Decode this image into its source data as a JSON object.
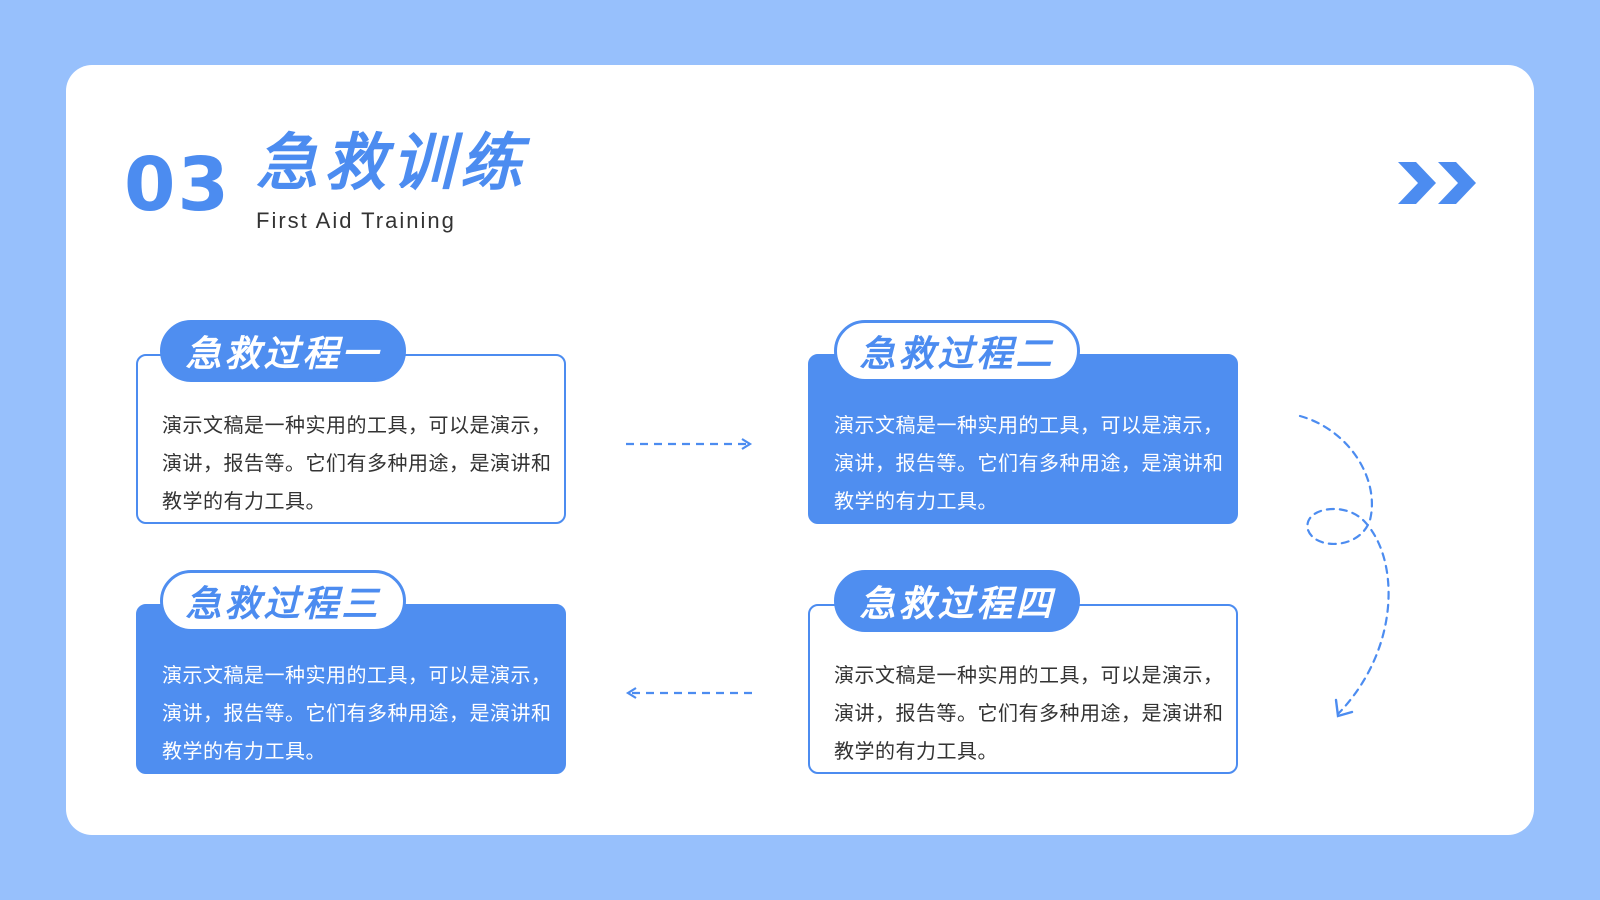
{
  "header": {
    "number": "03",
    "title": "急救训练",
    "subtitle": "First Aid Training"
  },
  "steps": [
    {
      "label": "急救过程一",
      "text": "演示文稿是一种实用的工具，可以是演示，演讲，报告等。它们有多种用途，是演讲和教学的有力工具。"
    },
    {
      "label": "急救过程二",
      "text": "演示文稿是一种实用的工具，可以是演示，演讲，报告等。它们有多种用途，是演讲和教学的有力工具。"
    },
    {
      "label": "急救过程三",
      "text": "演示文稿是一种实用的工具，可以是演示，演讲，报告等。它们有多种用途，是演讲和教学的有力工具。"
    },
    {
      "label": "急救过程四",
      "text": "演示文稿是一种实用的工具，可以是演示，演讲，报告等。它们有多种用途，是演讲和教学的有力工具。"
    }
  ],
  "icons": {
    "header_arrow": "double-chevron-right-icon",
    "flow_right": "dashed-arrow-right-icon",
    "flow_curve": "dashed-loop-arrow-icon",
    "flow_left": "dashed-arrow-left-icon"
  },
  "colors": {
    "background": "#97c0fc",
    "card": "#ffffff",
    "accent": "#4f8ef0",
    "text": "#333333"
  }
}
